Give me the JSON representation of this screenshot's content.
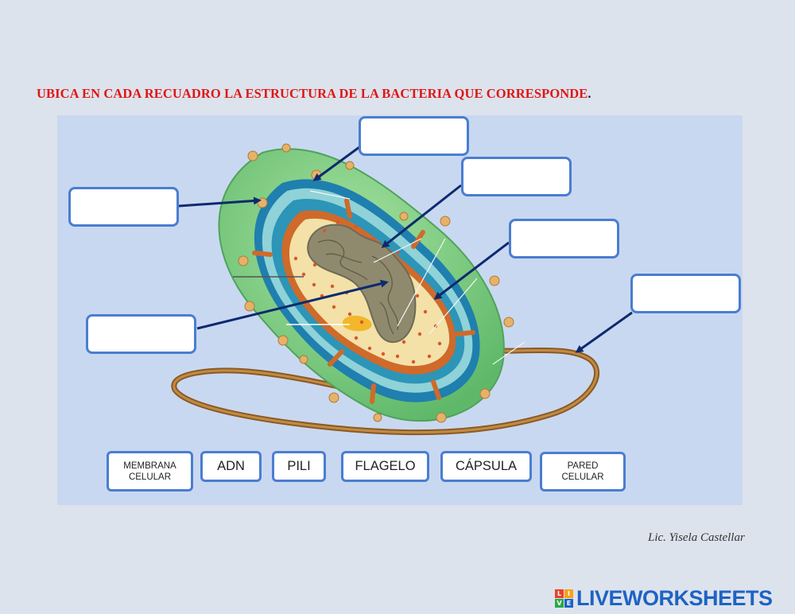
{
  "instruction": {
    "text": "UBICA EN CADA RECUADRO LA ESTRUCTURA DE LA BACTERIA QUE CORRESPONDE",
    "trailing": "."
  },
  "answer_boxes": [
    {
      "id": "box-top",
      "value": ""
    },
    {
      "id": "box-left-top",
      "value": ""
    },
    {
      "id": "box-upper-right",
      "value": ""
    },
    {
      "id": "box-mid-right",
      "value": ""
    },
    {
      "id": "box-far-right",
      "value": ""
    },
    {
      "id": "box-left-bottom",
      "value": ""
    }
  ],
  "word_bank": [
    {
      "label": "MEMBRANA\nCELULAR"
    },
    {
      "label": "ADN"
    },
    {
      "label": "PILI"
    },
    {
      "label": "FLAGELO"
    },
    {
      "label": "CÁPSULA"
    },
    {
      "label": "PARED\nCELULAR"
    }
  ],
  "signature": "Lic. Yisela Castellar",
  "brand": {
    "logo_letters": [
      "L",
      "I",
      "V",
      "E"
    ],
    "logo_colors": [
      "#e8412c",
      "#f7a21b",
      "#2aa84a",
      "#1d63c5"
    ],
    "name": "LIVEWORKSHEETS"
  },
  "colors": {
    "capsule": "#7cc77a",
    "cell_wall_outer": "#1f7fae",
    "cytoplasm": "#f3e1a8",
    "membrane": "#c85a1e",
    "arrow": "#0d2a6e",
    "box_border": "#4a7ed0",
    "title": "#e01515"
  }
}
